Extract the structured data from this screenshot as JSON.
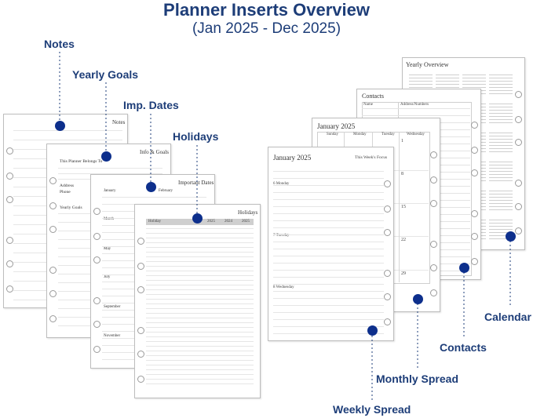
{
  "header": {
    "title": "Planner Inserts Overview",
    "subtitle": "(Jan 2025 - Dec 2025)"
  },
  "labels": {
    "notes": "Notes",
    "yearly_goals": "Yearly Goals",
    "imp_dates": "Imp. Dates",
    "holidays": "Holidays",
    "calendar": "Calendar",
    "contacts": "Contacts",
    "monthly_spread": "Monthly Spread",
    "weekly_spread": "Weekly Spread"
  },
  "pages": {
    "notes": {
      "heading": "Notes"
    },
    "info_goals": {
      "heading": "Info & Goals",
      "belongs_to": "This Planner Belongs To",
      "address": "Address",
      "phone": "Phone",
      "yearly_goals": "Yearly Goals"
    },
    "important_dates": {
      "heading": "Important Dates",
      "months": [
        "January",
        "February",
        "March",
        "May",
        "July",
        "September",
        "November"
      ]
    },
    "holidays": {
      "heading": "Holidays",
      "columns": [
        "Holiday",
        "2025",
        "2024",
        "2025"
      ]
    },
    "yearly_overview": {
      "heading": "Yearly Overview"
    },
    "contacts": {
      "heading": "Contacts",
      "columns": [
        "Name",
        "Address/Numbers"
      ]
    },
    "monthly": {
      "heading": "January 2025",
      "days": [
        "Sunday",
        "Monday",
        "Tuesday",
        "Wednesday"
      ],
      "dates": [
        "1",
        "8",
        "15",
        "22",
        "29"
      ]
    },
    "weekly": {
      "heading": "January 2025",
      "focus": "This Week's Focus",
      "days": [
        "6  Monday",
        "7  Tuesday",
        "8  Wednesday"
      ]
    }
  },
  "colors": {
    "accent": "#1d3d78",
    "dot": "#0d2f8c"
  }
}
